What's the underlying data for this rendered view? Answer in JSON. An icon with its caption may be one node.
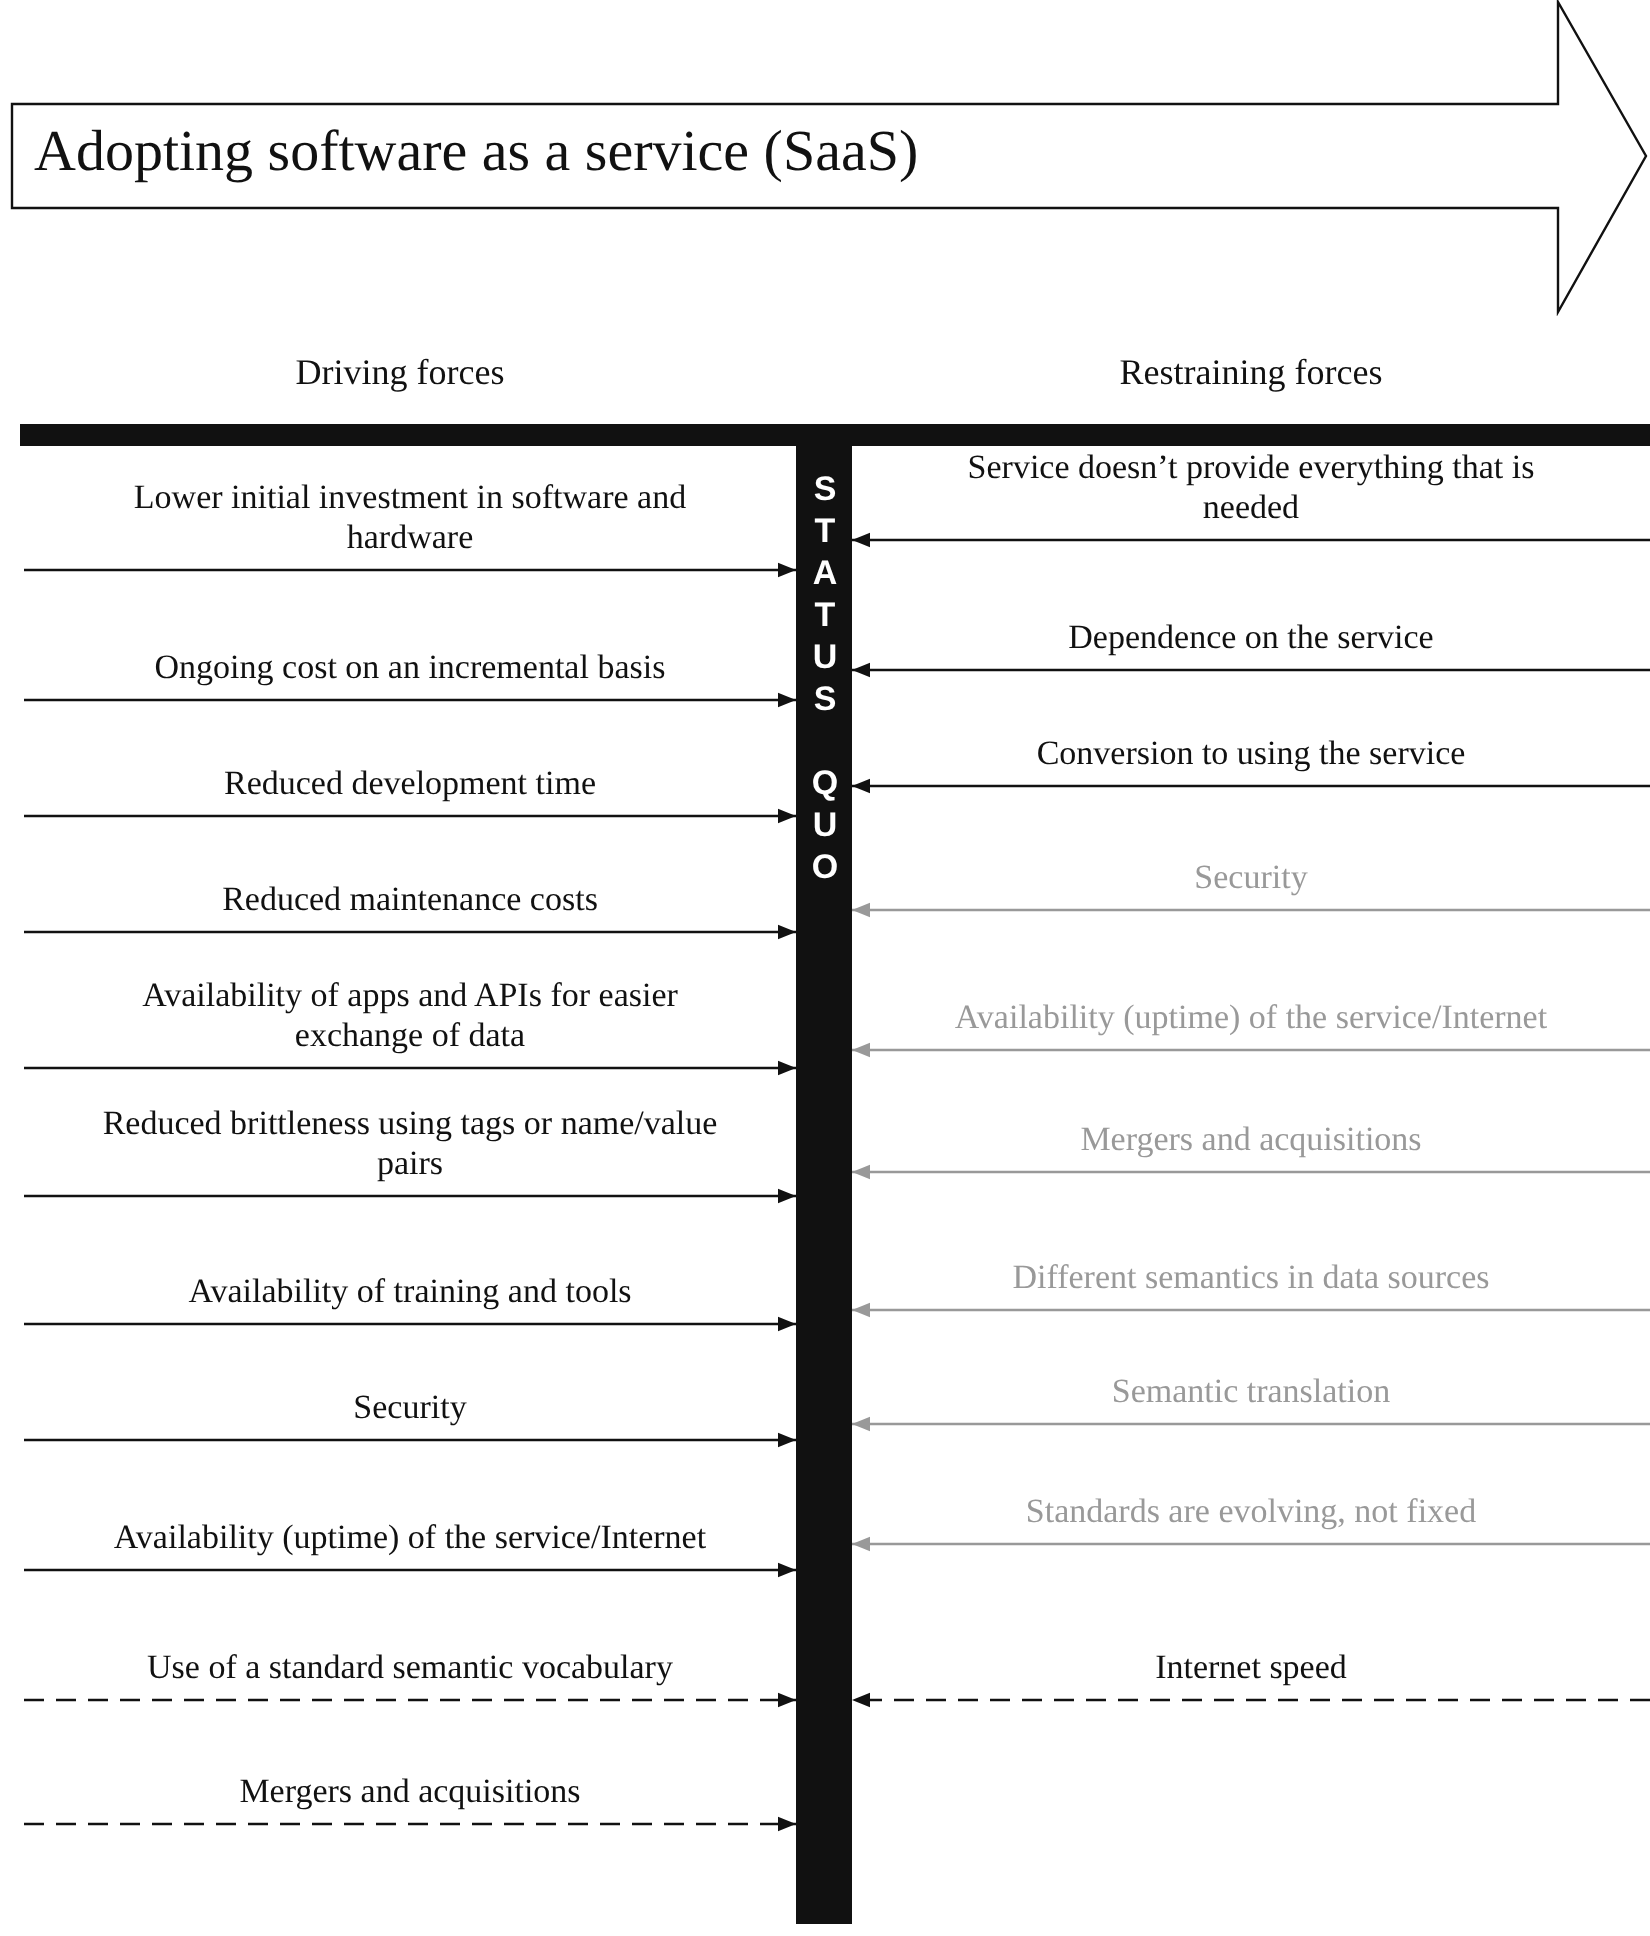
{
  "diagram": {
    "nodes": [
      {
        "text": [
          "Adopting software as a service (SaaS)"
        ]
      },
      {
        "text": [
          "STATUS QUO"
        ]
      }
    ],
    "edges": [
      {
        "from": null,
        "to": 1,
        "arrow": "to",
        "label": "Lower initial investment in software and hardware"
      },
      {
        "from": null,
        "to": 1,
        "arrow": "to",
        "label": "Ongoing cost on an incremental basis"
      },
      {
        "from": null,
        "to": 1,
        "arrow": "to",
        "label": "Reduced development time"
      },
      {
        "from": null,
        "to": 1,
        "arrow": "to",
        "label": "Reduced maintenance costs"
      },
      {
        "from": null,
        "to": 1,
        "arrow": "to",
        "label": "Availability of apps and APIs for easier exchange of data"
      },
      {
        "from": null,
        "to": 1,
        "arrow": "to",
        "label": "Reduced brittleness using tags or name/value pairs"
      },
      {
        "from": null,
        "to": 1,
        "arrow": "to",
        "label": "Availability of training and tools"
      },
      {
        "from": null,
        "to": 1,
        "arrow": "to",
        "label": "Security"
      },
      {
        "from": null,
        "to": 1,
        "arrow": "to",
        "label": "Availability (uptime) of the service/Internet"
      },
      {
        "from": null,
        "to": 1,
        "arrow": "to",
        "label": "Use of a standard semantic vocabulary",
        "style": "dashed"
      },
      {
        "from": null,
        "to": 1,
        "arrow": "to",
        "label": "Mergers and acquisitions",
        "style": "dashed"
      },
      {
        "from": null,
        "to": 1,
        "arrow": "to",
        "label": "Service doesn’t provide everything that is needed"
      },
      {
        "from": null,
        "to": 1,
        "arrow": "to",
        "label": "Dependence on the service"
      },
      {
        "from": null,
        "to": 1,
        "arrow": "to",
        "label": "Conversion to using the service"
      },
      {
        "from": null,
        "to": 1,
        "arrow": "to",
        "label": "Security",
        "color": "#999999"
      },
      {
        "from": null,
        "to": 1,
        "arrow": "to",
        "label": "Availability (uptime) of the service/Internet",
        "color": "#999999"
      },
      {
        "from": null,
        "to": 1,
        "arrow": "to",
        "label": "Mergers and acquisitions",
        "color": "#999999"
      },
      {
        "from": null,
        "to": 1,
        "arrow": "to",
        "label": "Different semantics in data sources",
        "color": "#999999"
      },
      {
        "from": null,
        "to": 1,
        "arrow": "to",
        "label": "Semantic translation",
        "color": "#999999"
      },
      {
        "from": null,
        "to": 1,
        "arrow": "to",
        "label": "Standards are evolving, not fixed",
        "color": "#999999"
      },
      {
        "from": null,
        "to": 1,
        "arrow": "to",
        "label": "Internet speed",
        "style": "dashed"
      }
    ],
    "labels": [
      "Driving forces",
      "Restraining forces"
    ]
  }
}
